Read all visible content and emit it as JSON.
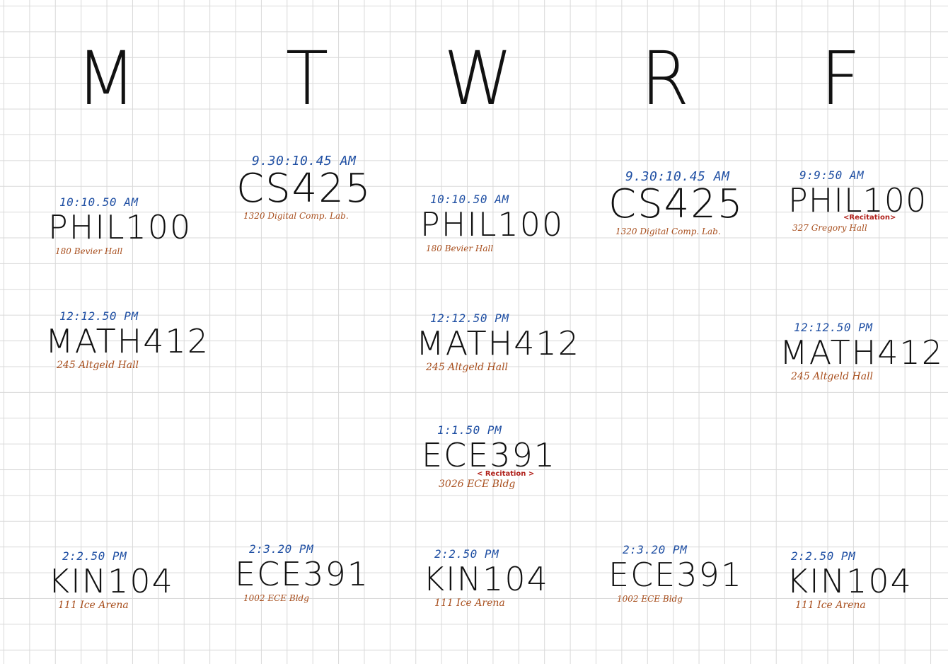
{
  "days": [
    "M",
    "T",
    "W",
    "R",
    "F"
  ],
  "classes": {
    "mon_phil": {
      "time": "10:10.50 AM",
      "course": "PHIL100",
      "room": "180 Bevier Hall"
    },
    "mon_math": {
      "time": "12:12.50 PM",
      "course": "MATH412",
      "room": "245 Altgeld Hall"
    },
    "mon_kin": {
      "time": "2:2.50 PM",
      "course": "KIN104",
      "room": "111 Ice Arena"
    },
    "tue_cs": {
      "time": "9.30:10.45 AM",
      "course": "CS425",
      "room": "1320 Digital Comp. Lab."
    },
    "tue_ece": {
      "time": "2:3.20 PM",
      "course": "ECE391",
      "room": "1002 ECE Bldg"
    },
    "wed_phil": {
      "time": "10:10.50 AM",
      "course": "PHIL100",
      "room": "180 Bevier Hall"
    },
    "wed_math": {
      "time": "12:12.50 PM",
      "course": "MATH412",
      "room": "245 Altgeld Hall"
    },
    "wed_ece": {
      "time": "1:1.50 PM",
      "course": "ECE391",
      "note": "< Recitation >",
      "room": "3026 ECE Bldg"
    },
    "wed_kin": {
      "time": "2:2.50 PM",
      "course": "KIN104",
      "room": "111 Ice Arena"
    },
    "thu_cs": {
      "time": "9.30:10.45 AM",
      "course": "CS425",
      "room": "1320 Digital Comp. Lab."
    },
    "thu_ece": {
      "time": "2:3.20 PM",
      "course": "ECE391",
      "room": "1002 ECE Bldg"
    },
    "fri_phil": {
      "time": "9:9:50 AM",
      "course": "PHIL100",
      "note": "<Recitation>",
      "room": "327 Gregory Hall"
    },
    "fri_math": {
      "time": "12:12.50 PM",
      "course": "MATH412",
      "room": "245 Altgeld Hall"
    },
    "fri_kin": {
      "time": "2:2.50 PM",
      "course": "KIN104",
      "room": "111 Ice Arena"
    }
  },
  "colors": {
    "time": "#1f4fa3",
    "room": "#a84f1e",
    "note": "#b0201a",
    "ink": "#111111",
    "grid": "#d9d9d9"
  }
}
